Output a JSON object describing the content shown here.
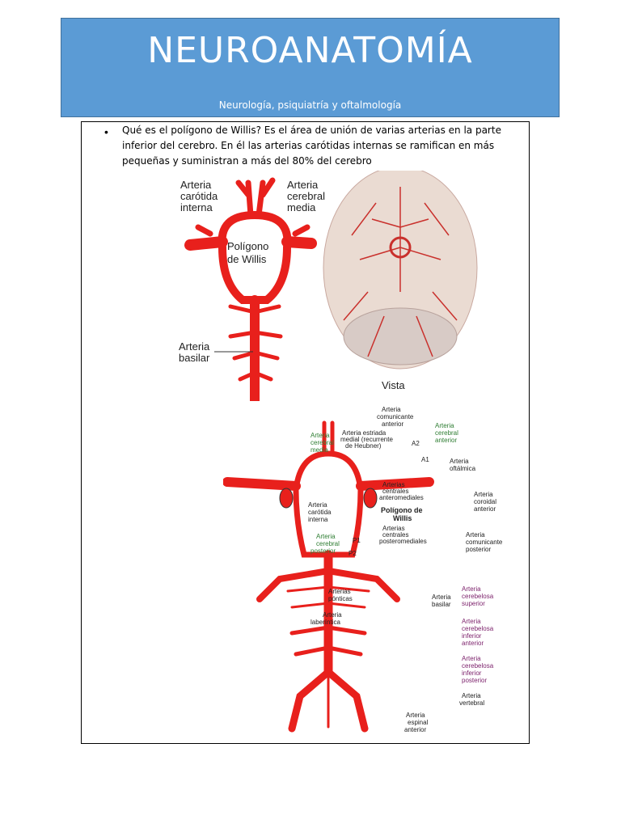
{
  "header": {
    "title": "NEUROANATOMÍA",
    "subtitle": "Neurología, psiquiatría y oftalmología"
  },
  "content": {
    "bullet_text": "Qué es el polígono de Willis? Es el área de unión de varias arterias en la parte inferior del cerebro. En él las arterias carótidas internas se ramifican en más pequeñas y suministran a más del 80% del cerebro"
  },
  "figure1": {
    "label_carotid": [
      "Arteria",
      "carótida",
      "interna"
    ],
    "label_cerebral_media": [
      "Arteria",
      "cerebral",
      "media"
    ],
    "label_polygon": [
      "Polígono",
      "de Willis"
    ],
    "label_basilar": [
      "Arteria",
      "basilar"
    ],
    "label_vista": "Vista"
  },
  "figure2": {
    "comunicante_anterior": [
      "Arteria",
      "comunicante",
      "anterior"
    ],
    "estriada_medial": [
      "Arteria estriada",
      "medial (recurrente",
      "de Heubner)"
    ],
    "cerebral_anterior": [
      "Arteria",
      "cerebral",
      "anterior"
    ],
    "cerebral_media": [
      "Arteria",
      "cerebral",
      "media"
    ],
    "a2": "A2",
    "a1": "A1",
    "oftalmica": [
      "Arteria",
      "oftálmica"
    ],
    "centrales_anteromediales": [
      "Arterias",
      "centrales",
      "anteromediales"
    ],
    "poligono": [
      "Polígono de",
      "Willis"
    ],
    "carotida_interna": [
      "Arteria",
      "carótida",
      "interna"
    ],
    "coroidal_anterior": [
      "Arteria",
      "coroidal",
      "anterior"
    ],
    "centrales_posteromediales": [
      "Arterias",
      "centrales",
      "posteromediales"
    ],
    "cerebral_posterior": [
      "Arteria",
      "cerebral",
      "posterior"
    ],
    "p1": "P1",
    "p2": "P2",
    "comunicante_posterior": [
      "Arteria",
      "comunicante",
      "posterior"
    ],
    "cerebelosa_superior": [
      "Arteria",
      "cerebelosa",
      "superior"
    ],
    "ponticas": [
      "Arterias",
      "pónticas"
    ],
    "basilar": [
      "Arteria",
      "basilar"
    ],
    "laberintica": [
      "Arteria",
      "laberíntica"
    ],
    "cerebelosa_inf_anterior": [
      "Arteria",
      "cerebelosa",
      "inferior",
      "anterior"
    ],
    "cerebelosa_inf_posterior": [
      "Arteria",
      "cerebelosa",
      "inferior",
      "posterior"
    ],
    "vertebral": [
      "Arteria",
      "vertebral"
    ],
    "espinal_anterior": [
      "Arteria",
      "espinal",
      "anterior"
    ]
  },
  "colors": {
    "header_bg": "#5b9bd5",
    "artery": "#e8201c",
    "label_green": "#2e7d32",
    "label_purple": "#7b1f6a"
  }
}
